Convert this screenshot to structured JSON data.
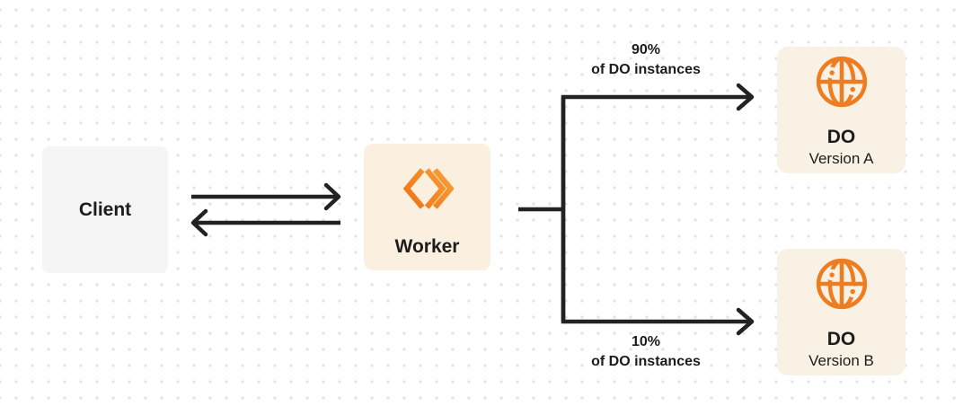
{
  "nodes": {
    "client": {
      "label": "Client"
    },
    "worker": {
      "label": "Worker",
      "icon": "cloudflare-workers-logo"
    },
    "do_version_a": {
      "title": "DO",
      "subtitle": "Version A",
      "icon": "globe"
    },
    "do_version_b": {
      "title": "DO",
      "subtitle": "Version B",
      "icon": "globe"
    }
  },
  "edge_labels": {
    "top": {
      "line1": "90%",
      "line2": "of DO instances"
    },
    "bottom": {
      "line1": "10%",
      "line2": "of DO instances"
    }
  },
  "colors": {
    "accent_orange": "#ee7c20",
    "accent_orange_light": "#f9a43c",
    "accent_orange_dark": "#ec6d13",
    "worker_bg": "#fbf0e0",
    "do_bg": "#faf1e5",
    "client_bg": "#f5f5f6",
    "connector": "#222222",
    "text": "#1c1c1c",
    "dot_grid": "#e3e3e3"
  }
}
